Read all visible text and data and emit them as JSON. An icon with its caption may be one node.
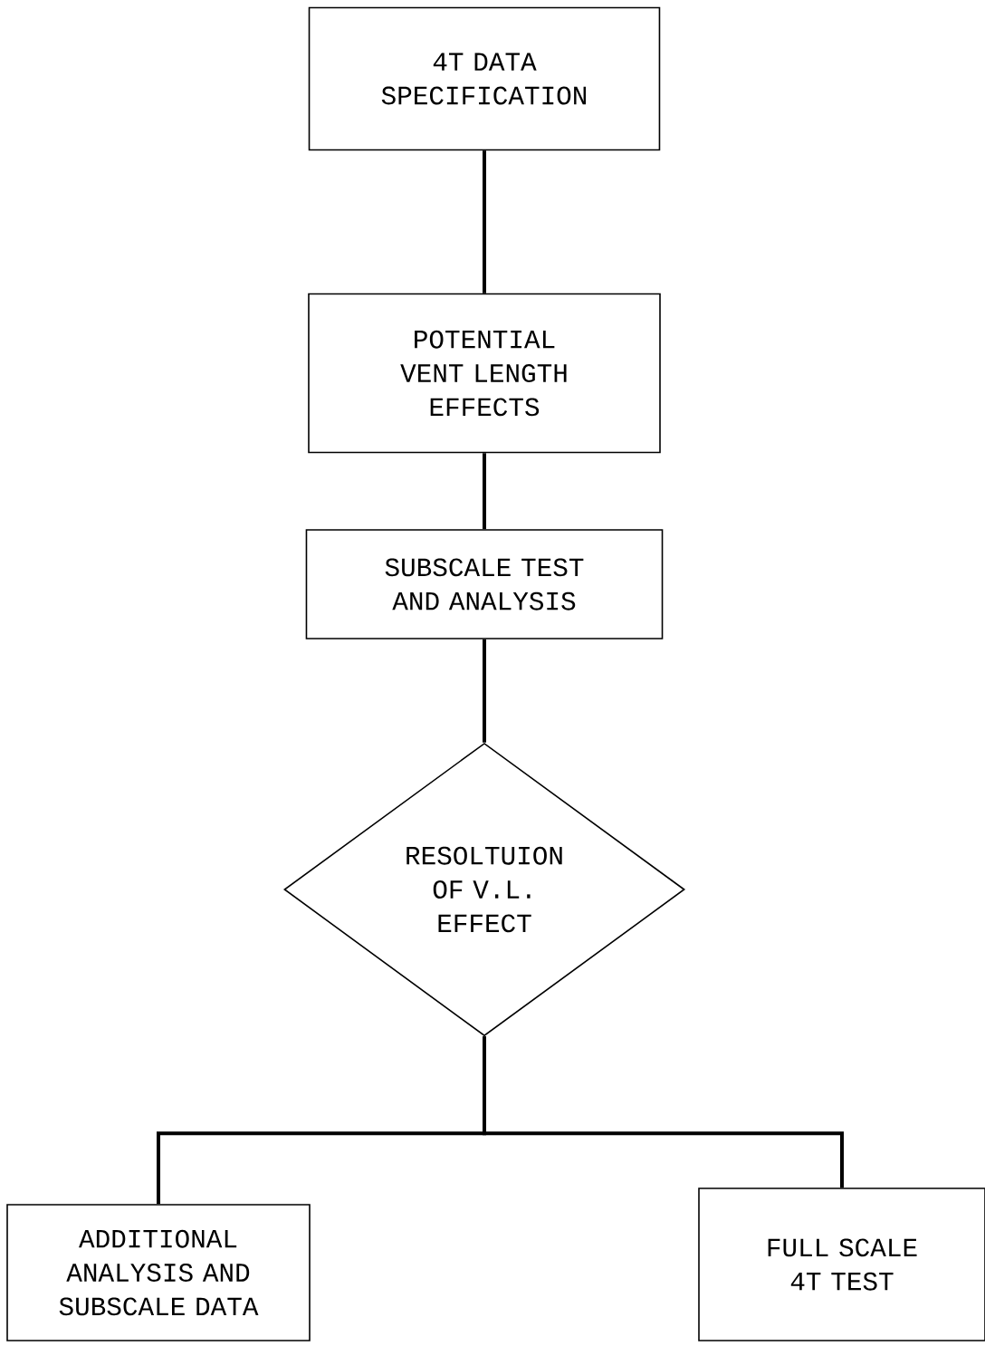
{
  "diagram": {
    "nodes": [
      {
        "text": [
          "4T DATA SPECIFICATION"
        ]
      },
      {
        "text": [
          "POTENTIAL VENT LENGTH EFFECTS"
        ]
      },
      {
        "text": [
          "SUBSCALE TEST AND ANALYSIS"
        ]
      },
      {
        "text": [
          "RESOLTUION OF V.L. EFFECT"
        ]
      },
      {
        "text": [
          "ADDITIONAL ANALYSIS AND SUBSCALE DATA"
        ]
      },
      {
        "text": [
          "FULL SCALE 4T TEST"
        ]
      }
    ],
    "edges": [
      {
        "from": 0,
        "to": 1,
        "arrow": "none"
      },
      {
        "from": 1,
        "to": 2,
        "arrow": "none"
      },
      {
        "from": 2,
        "to": 3,
        "arrow": "none"
      },
      {
        "from": 3,
        "to": 4,
        "arrow": "none"
      },
      {
        "from": 3,
        "to": 5,
        "arrow": "none"
      }
    ]
  }
}
